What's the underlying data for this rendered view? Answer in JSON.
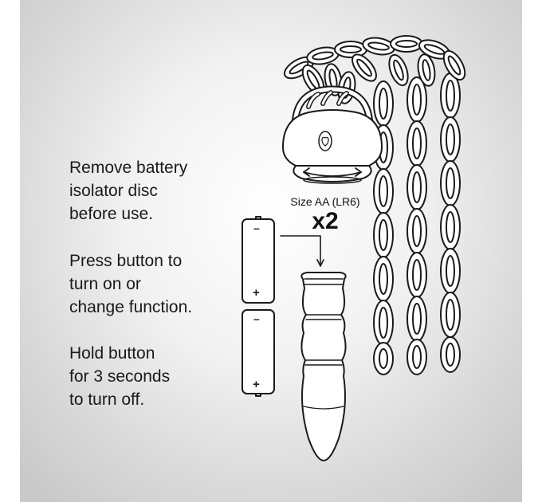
{
  "instructions": {
    "step1": [
      "Remove battery",
      "isolator disc",
      "before use."
    ],
    "step2": [
      "Press button to",
      "turn on or",
      "change function."
    ],
    "step3": [
      "Hold button",
      "for 3 seconds",
      "to turn off."
    ]
  },
  "battery": {
    "size": "Size AA (LR6)",
    "quantity": "x2",
    "plus": "+",
    "minus": "–"
  },
  "icons": [
    "chain-icon",
    "padlock-icon",
    "heart-logo-icon",
    "rotate-arrow-icon",
    "battery-icon",
    "insert-arrow-icon",
    "plug-body-icon"
  ],
  "colors": {
    "line": "#1a1a1a",
    "fill": "#ffffff",
    "text": "#1a1a1a"
  }
}
